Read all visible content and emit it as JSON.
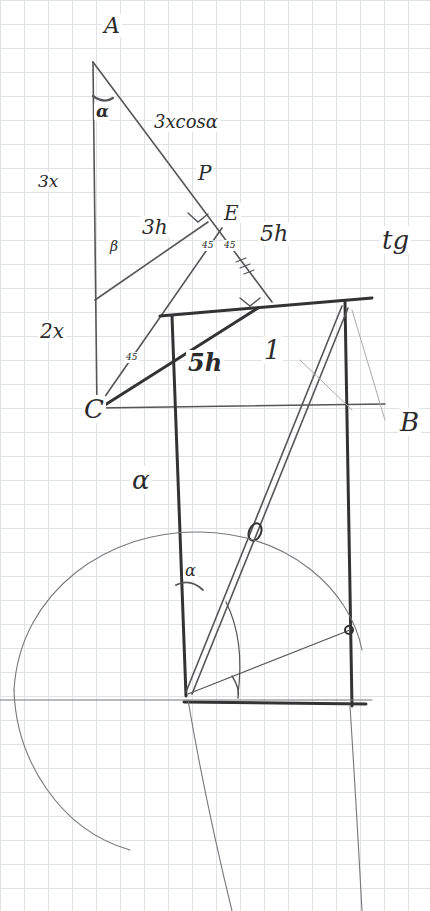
{
  "diagram": {
    "labels": [
      "A",
      "α",
      "3xcosα",
      "3x",
      "P",
      "E",
      "5h",
      "tg",
      "3h",
      "β",
      "45",
      "45",
      "45",
      "2x",
      "5h",
      "1",
      "C",
      "B",
      "α",
      "α"
    ]
  }
}
